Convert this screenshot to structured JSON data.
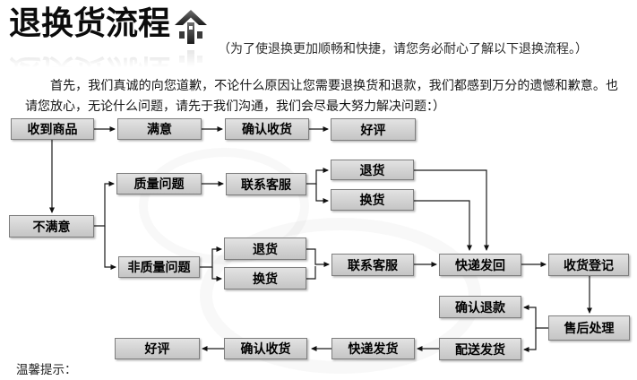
{
  "header": {
    "title": "退换货流程",
    "title_icon": "house-up-arrow-icon",
    "subtitle": "（为了使退换更加顺畅和快捷，请您务必耐心了解以下退换流程。）"
  },
  "intro": {
    "text": "首先，我们真诚的向您道歉，不论什么原因让您需要退换货和退款，我们都感到万分的遗憾和歉意。也请您放心，无论什么问题，请先于我们沟通，我们会尽最大努力解决问题：）"
  },
  "flow": {
    "nodes": [
      {
        "id": "receive-goods",
        "label": "收到商品"
      },
      {
        "id": "satisfied",
        "label": "满意"
      },
      {
        "id": "confirm-receipt-top",
        "label": "确认收货"
      },
      {
        "id": "good-review-top",
        "label": "好评"
      },
      {
        "id": "quality-problem",
        "label": "质量问题"
      },
      {
        "id": "contact-service-quality",
        "label": "联系客服"
      },
      {
        "id": "return-goods-quality",
        "label": "退货"
      },
      {
        "id": "exchange-goods-quality",
        "label": "换货"
      },
      {
        "id": "unsatisfied",
        "label": "不满意"
      },
      {
        "id": "non-quality-problem",
        "label": "非质量问题"
      },
      {
        "id": "return-goods-non-quality",
        "label": "退货"
      },
      {
        "id": "exchange-goods-non-quality",
        "label": "换货"
      },
      {
        "id": "contact-service-non-quality",
        "label": "联系客服"
      },
      {
        "id": "express-send-back",
        "label": "快递发回"
      },
      {
        "id": "receipt-registration",
        "label": "收货登记"
      },
      {
        "id": "confirm-refund",
        "label": "确认退款"
      },
      {
        "id": "after-sales-processing",
        "label": "售后处理"
      },
      {
        "id": "dispatch-shipping",
        "label": "配送发货"
      },
      {
        "id": "express-shipping",
        "label": "快递发货"
      },
      {
        "id": "confirm-receipt-bottom",
        "label": "确认收货"
      },
      {
        "id": "good-review-bottom",
        "label": "好评"
      }
    ]
  },
  "footer": {
    "tips_label": "温馨提示："
  },
  "colors": {
    "background": "#ffffff",
    "box_fill_top": "#e3e3e3",
    "box_fill_bottom": "#c5c5c5",
    "box_border": "#7e7e7e",
    "wire": "#1a1a1a",
    "text": "#000000"
  }
}
